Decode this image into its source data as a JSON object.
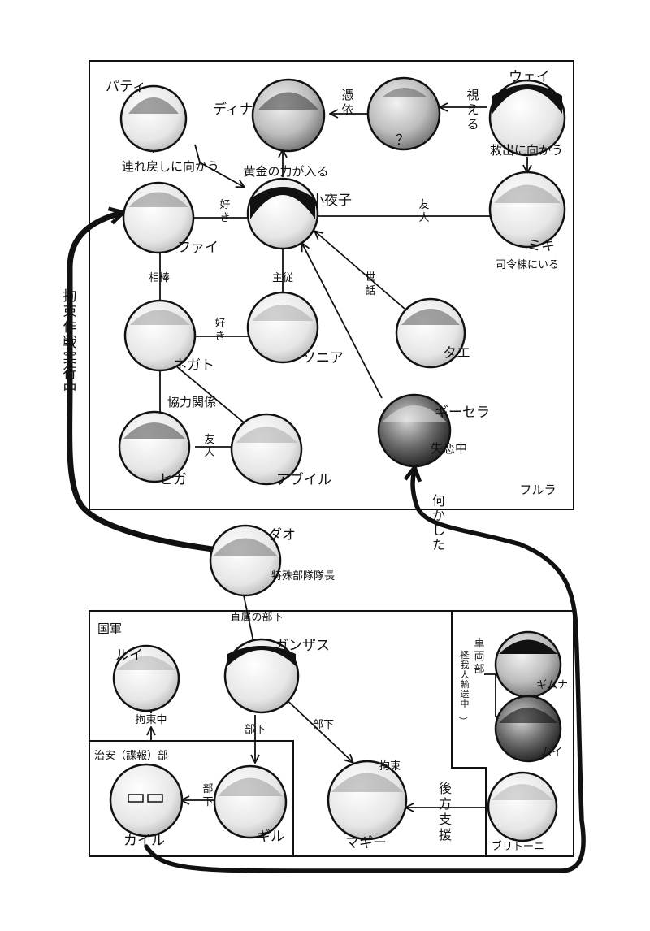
{
  "regions": {
    "furura": "フルラ",
    "kokugun": "国軍",
    "chian": "治安（諜報）部"
  },
  "characters": {
    "patty": "パティ",
    "dina": "ディナ",
    "wei": "ウェイ",
    "question": "？",
    "fai": "ファイ",
    "sayoko": "小夜子",
    "miki": "ミキ",
    "negato": "ネガト",
    "sonia": "ソニア",
    "tae": "タエ",
    "gisela": "ギーセラ",
    "higa": "ヒガ",
    "abuil": "アブイル",
    "dao": "ダオ",
    "louis": "ルイ",
    "ganzas": "ガンザス",
    "gimuna": "ギムナ",
    "mui": "ムイ",
    "kyle": "カイル",
    "gil": "ギル",
    "maggie": "マギー",
    "britoni": "ブリトーニ"
  },
  "labels": {
    "hyoui": "憑依",
    "mieru": "視える",
    "kyushutsu": "救出に向かう",
    "tsuremodoshi": "連れ戻しに向かう",
    "ougon": "黄金の力が入る",
    "suki1": "好き",
    "yujin1": "友人",
    "shireitou": "司令棟にいる",
    "aibou": "相棒",
    "shuju": "主従",
    "sewa": "世話",
    "suki2": "好き",
    "shitsuren": "失恋中",
    "kyouryoku": "協力関係",
    "yujin2": "友人",
    "kousoku_sakusen": "拘束作戦実行中",
    "nanika": "何かした",
    "tokushu": "特殊部隊隊長",
    "chokuzoku": "直属の部下",
    "kousokuchu": "拘束中",
    "buka1": "部下",
    "buka2": "部下",
    "buka3": "部下",
    "kousoku": "拘束",
    "kouhou": "後方支援",
    "sharyoubu": "車両部",
    "kegaiin": "（怪我人輸送中）"
  }
}
